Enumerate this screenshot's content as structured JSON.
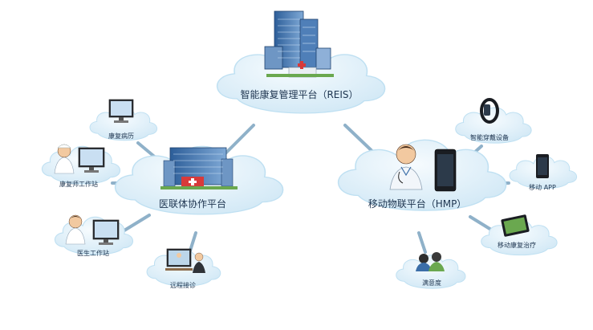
{
  "nodes": {
    "reis": {
      "label": "智能康复管理平台（REIS）"
    },
    "hub": {
      "label": "医联体协作平台"
    },
    "hmp": {
      "label": "移动物联平台（HMP）"
    },
    "records": {
      "label": "康复病历"
    },
    "therapist": {
      "label": "康复师工作站"
    },
    "doctor": {
      "label": "医生工作站"
    },
    "remote": {
      "label": "远程接诊"
    },
    "wearable": {
      "label": "智能穿戴设备"
    },
    "app": {
      "label": "移动 APP"
    },
    "mobile_rehab": {
      "label": "移动康复治疗"
    },
    "satisfaction": {
      "label": "满意度"
    }
  },
  "colors": {
    "cloud_fill": "#dff0fa",
    "cloud_stroke": "#bfe0f2",
    "connector": "#8fb1c9",
    "text": "#1e3550"
  }
}
